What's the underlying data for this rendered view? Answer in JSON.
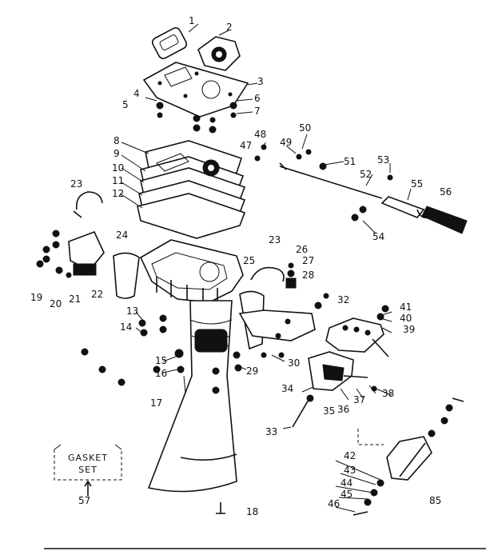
{
  "diagram": {
    "part_numbers": [
      "1",
      "2",
      "3",
      "4",
      "5",
      "6",
      "7",
      "8",
      "9",
      "10",
      "11",
      "12",
      "13",
      "14",
      "15",
      "16",
      "17",
      "18",
      "19",
      "20",
      "21",
      "22",
      "23",
      "23",
      "24",
      "25",
      "26",
      "27",
      "28",
      "29",
      "30",
      "32",
      "33",
      "34",
      "35",
      "36",
      "37",
      "38",
      "39",
      "40",
      "41",
      "42",
      "43",
      "44",
      "45",
      "46",
      "47",
      "48",
      "49",
      "50",
      "51",
      "52",
      "53",
      "54",
      "55",
      "56",
      "57"
    ],
    "gasket_box": {
      "line1": "GASKET",
      "line2": "SET"
    },
    "page_code": "85"
  }
}
